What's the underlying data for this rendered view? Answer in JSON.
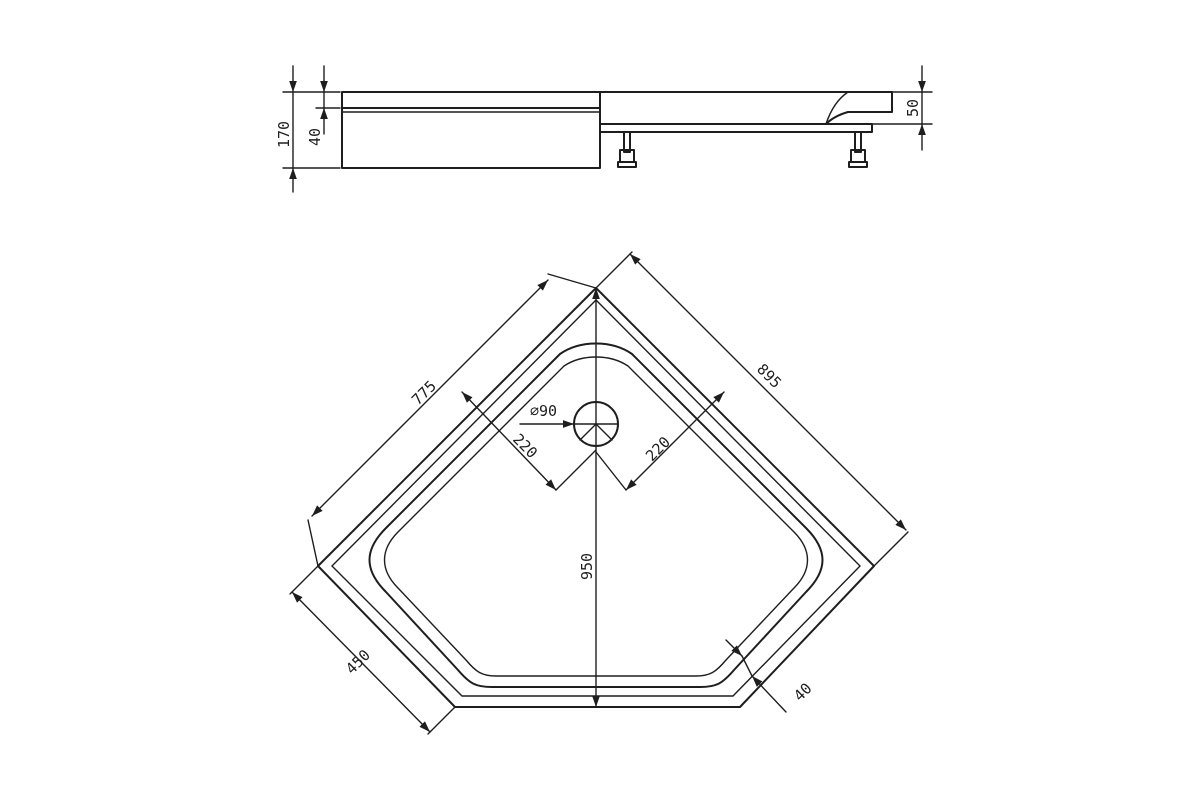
{
  "side_view": {
    "dims": {
      "total_height": "170",
      "base_height": "40",
      "rim_height": "50"
    }
  },
  "top_view": {
    "dims": {
      "side_left": "775",
      "side_right": "895",
      "front_left": "450",
      "diagonal": "950",
      "drain_diameter": "∅90",
      "drain_offset_left": "220",
      "drain_offset_right": "220",
      "rim_width": "40"
    }
  }
}
